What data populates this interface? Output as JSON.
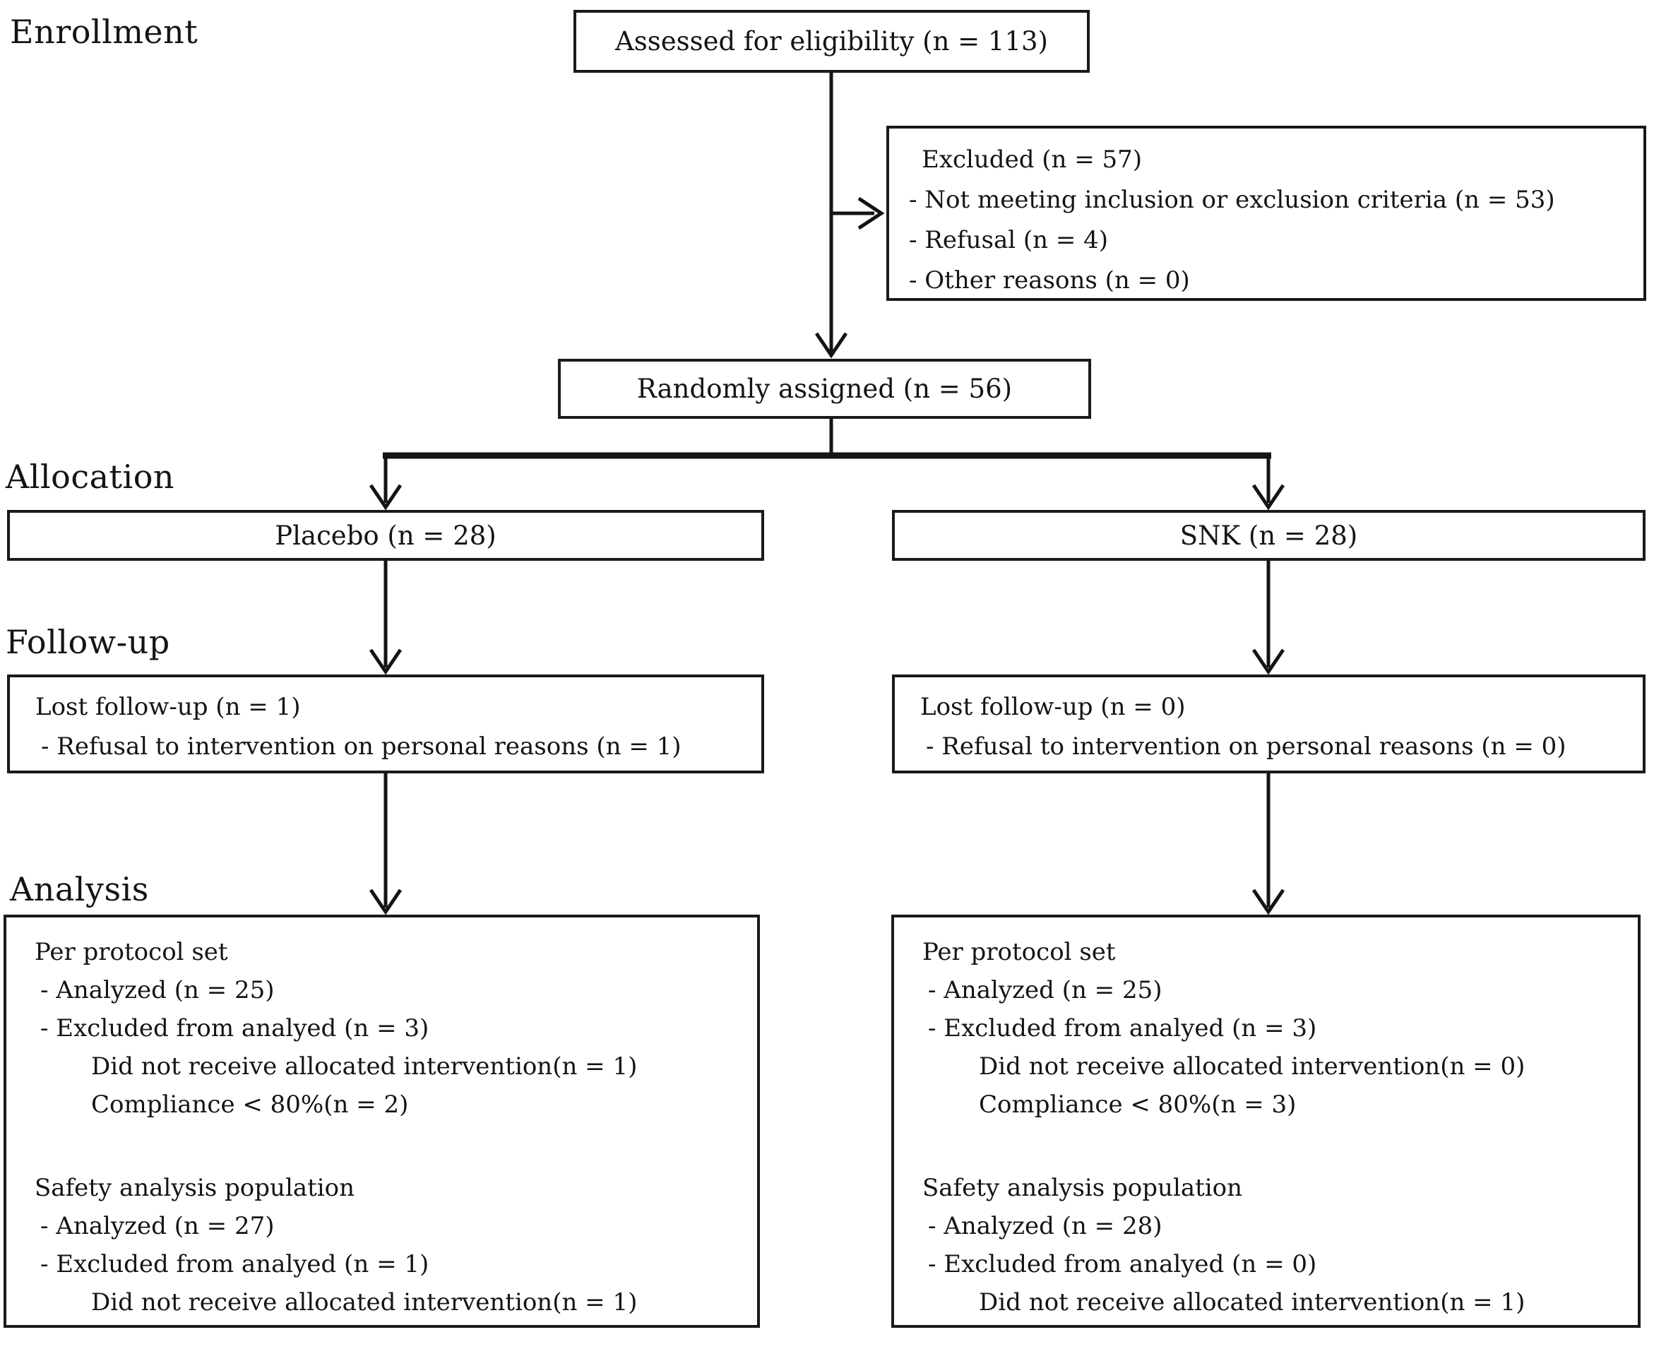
{
  "figure": {
    "sections": [
      {
        "label": "Enrollment"
      },
      {
        "label": "Allocation"
      },
      {
        "label": "Follow-up"
      },
      {
        "label": "Analysis"
      }
    ],
    "boxes": {
      "assessed": {
        "text": "Assessed for eligibility (n = 113)"
      },
      "excluded": {
        "lines": [
          "Excluded (n = 57)",
          "- Not meeting inclusion or exclusion criteria (n = 53)",
          "- Refusal (n = 4)",
          "- Other reasons (n = 0)"
        ]
      },
      "randomized": {
        "text": "Randomly assigned (n = 56)"
      },
      "allocation_placebo": {
        "text": "Placebo (n = 28)"
      },
      "allocation_snk": {
        "text": "SNK (n = 28)"
      },
      "followup_placebo": {
        "lines": [
          "Lost follow-up (n = 1)",
          "- Refusal to intervention on personal reasons (n = 1)"
        ]
      },
      "followup_snk": {
        "lines": [
          "Lost follow-up (n = 0)",
          "- Refusal to intervention on personal reasons (n = 0)"
        ]
      },
      "analysis_placebo": {
        "lines": [
          "Per protocol set",
          "- Analyzed (n = 25)",
          "- Excluded from analyed (n = 3)",
          "Did not receive allocated intervention(n = 1)",
          "Compliance < 80%(n = 2)",
          "Safety analysis population",
          "- Analyzed (n = 27)",
          "- Excluded from analyed (n = 1)",
          "Did not receive allocated intervention(n = 1)"
        ]
      },
      "analysis_snk": {
        "lines": [
          "Per protocol set",
          "- Analyzed (n = 25)",
          "- Excluded from analyed (n = 3)",
          "Did not receive allocated intervention(n = 0)",
          "Compliance < 80%(n = 3)",
          "Safety analysis population",
          "- Analyzed (n = 28)",
          "- Excluded from analyed (n = 0)",
          "Did not receive allocated intervention(n = 1)"
        ]
      }
    },
    "colors": {
      "ink": "#141414",
      "background": "#ffffff"
    }
  }
}
